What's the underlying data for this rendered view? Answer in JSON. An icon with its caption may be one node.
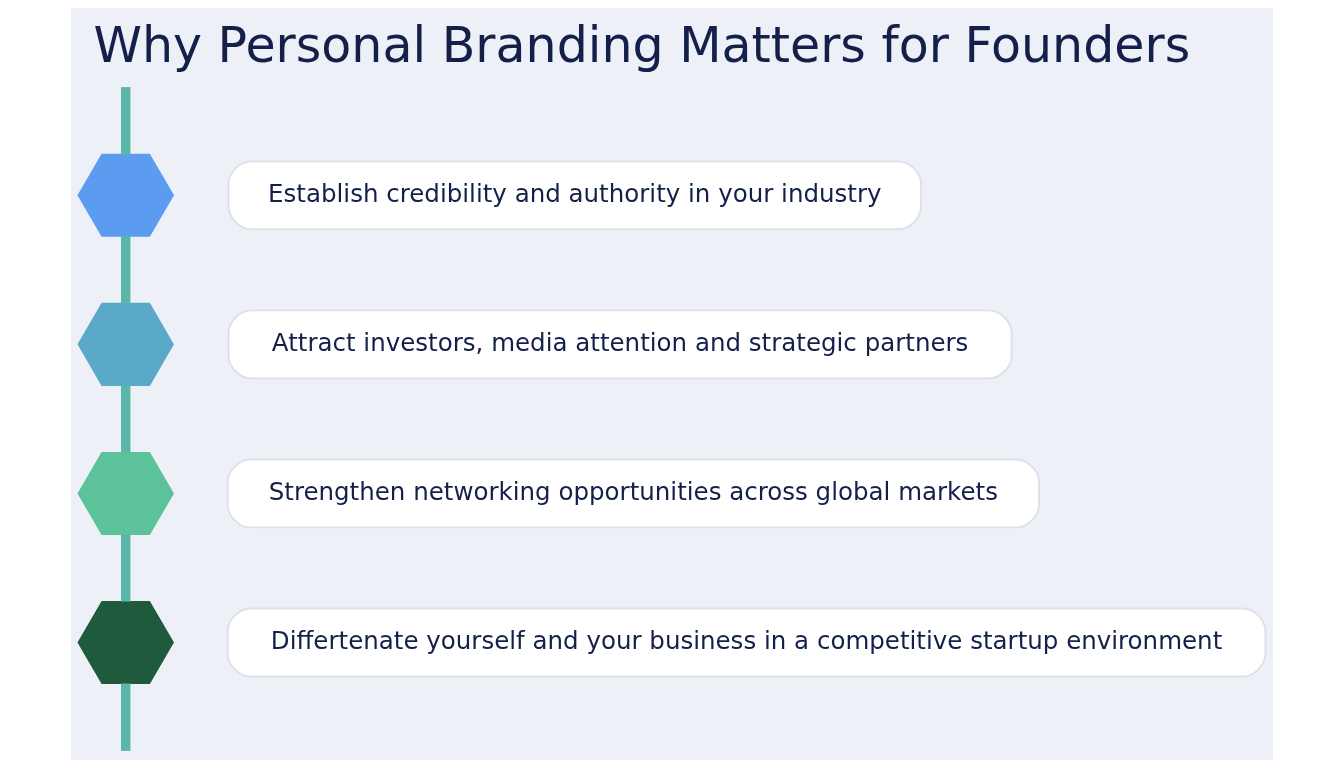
{
  "diagram": {
    "title": "Why Personal Branding Matters for Founders",
    "nodes": [
      {
        "text": [],
        "shape": "hexagon"
      },
      {
        "text": [
          "Establish credibility and authority in your industry"
        ]
      },
      {
        "text": [],
        "shape": "hexagon"
      },
      {
        "text": [
          "Attract investors, media attention and strategic partners"
        ]
      },
      {
        "text": [],
        "shape": "hexagon"
      },
      {
        "text": [
          "Strengthen networking opportunities across global markets"
        ]
      },
      {
        "text": [],
        "shape": "hexagon"
      },
      {
        "text": [
          "Differtenate yourself and your business in a competitive startup environment"
        ]
      }
    ],
    "edges": [
      {
        "from": null,
        "to": 0,
        "arrow": "none"
      },
      {
        "from": 0,
        "to": 2,
        "arrow": "none"
      },
      {
        "from": 2,
        "to": 4,
        "arrow": "none"
      },
      {
        "from": 4,
        "to": 6,
        "arrow": "none"
      },
      {
        "from": 6,
        "to": null,
        "arrow": "none"
      }
    ]
  }
}
